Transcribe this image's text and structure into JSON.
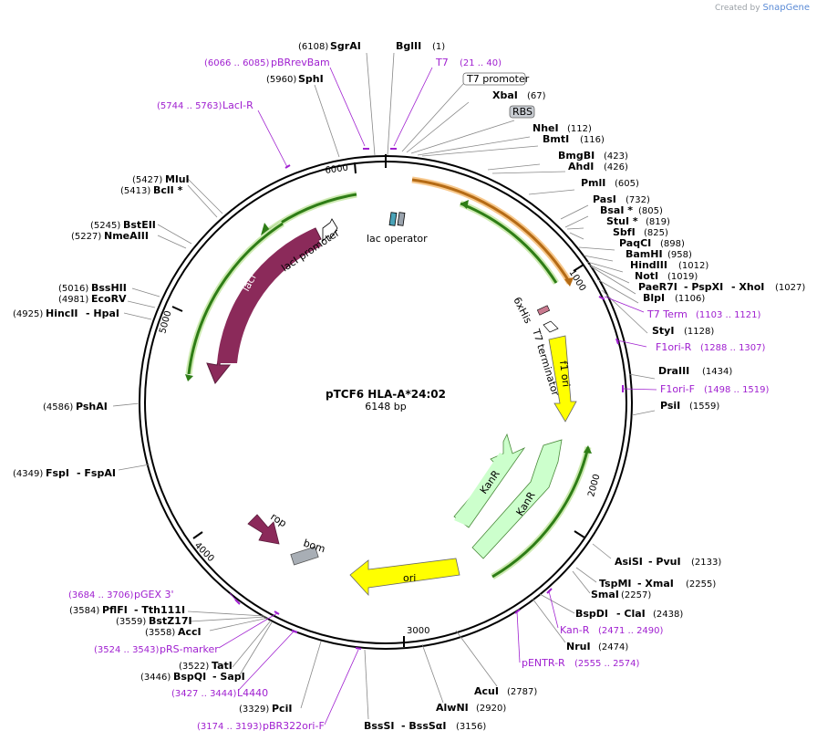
{
  "credit": {
    "prefix": "Created by",
    "brand": "SnapGene"
  },
  "plasmid": {
    "name": "pTCF6 HLA-A*24:02",
    "size": "6148 bp"
  },
  "ticks": [
    "1000",
    "2000",
    "3000",
    "4000",
    "5000",
    "6000"
  ],
  "sites": [
    {
      "name": "SgrAI",
      "pos": "(6108)"
    },
    {
      "name": "BglII",
      "pos": "(1)"
    },
    {
      "name": "SphI",
      "pos": "(5960)"
    },
    {
      "name": "XbaI",
      "pos": "(67)"
    },
    {
      "name": "NheI",
      "pos": "(112)"
    },
    {
      "name": "BmtI",
      "pos": "(116)"
    },
    {
      "name": "BmgBI",
      "pos": "(423)"
    },
    {
      "name": "AhdI",
      "pos": "(426)"
    },
    {
      "name": "PmlI",
      "pos": "(605)"
    },
    {
      "name": "PasI",
      "pos": "(732)"
    },
    {
      "name": "BsaI *",
      "pos": "(805)"
    },
    {
      "name": "StuI *",
      "pos": "(819)"
    },
    {
      "name": "SbfI",
      "pos": "(825)"
    },
    {
      "name": "PaqCI",
      "pos": "(898)"
    },
    {
      "name": "BamHI",
      "pos": "(958)"
    },
    {
      "name": "HindIII",
      "pos": "(1012)"
    },
    {
      "name": "NotI",
      "pos": "(1019)"
    },
    {
      "name": "PaeR7I",
      "alt": "- PspXI",
      "alt2": "- XhoI",
      "pos": "(1027)"
    },
    {
      "name": "BlpI",
      "pos": "(1106)"
    },
    {
      "name": "StyI",
      "pos": "(1128)"
    },
    {
      "name": "DraIII",
      "pos": "(1434)"
    },
    {
      "name": "PsiI",
      "pos": "(1559)"
    },
    {
      "name": "AsiSI",
      "alt": "- PvuI",
      "pos": "(2133)"
    },
    {
      "name": "TspMI",
      "alt": "- XmaI",
      "pos": "(2255)"
    },
    {
      "name": "SmaI",
      "pos": "(2257)"
    },
    {
      "name": "BspDI",
      "alt": "- ClaI",
      "pos": "(2438)"
    },
    {
      "name": "NruI",
      "pos": "(2474)"
    },
    {
      "name": "AcuI",
      "pos": "(2787)"
    },
    {
      "name": "AlwNI",
      "pos": "(2920)"
    },
    {
      "name": "BssSI",
      "alt": "- BssSαI",
      "pos": "(3156)"
    },
    {
      "name": "PciI",
      "pos": "(3329)"
    },
    {
      "name": "BspQI",
      "alt": "- SapI",
      "pos": "(3446)"
    },
    {
      "name": "TatI",
      "pos": "(3522)"
    },
    {
      "name": "AccI",
      "pos": "(3558)"
    },
    {
      "name": "BstZ17I",
      "pos": "(3559)"
    },
    {
      "name": "PflFI",
      "alt": "- Tth111I",
      "pos": "(3584)"
    },
    {
      "name": "FspI",
      "alt": "- FspAI",
      "pos": "(4349)"
    },
    {
      "name": "PshAI",
      "pos": "(4586)"
    },
    {
      "name": "HincII",
      "alt": "- HpaI",
      "pos": "(4925)"
    },
    {
      "name": "EcoRV",
      "pos": "(4981)"
    },
    {
      "name": "BssHII",
      "pos": "(5016)"
    },
    {
      "name": "NmeAIII",
      "pos": "(5227)"
    },
    {
      "name": "BstEII",
      "pos": "(5245)"
    },
    {
      "name": "BclI *",
      "pos": "(5413)"
    },
    {
      "name": "MluI",
      "pos": "(5427)"
    }
  ],
  "primers": [
    {
      "name": "pBRrevBam",
      "range": "(6066 .. 6085)"
    },
    {
      "name": "T7",
      "range": "(21 .. 40)"
    },
    {
      "name": "LacI-R",
      "range": "(5744 .. 5763)"
    },
    {
      "name": "T7 Term",
      "range": "(1103 .. 1121)"
    },
    {
      "name": "F1ori-R",
      "range": "(1288 .. 1307)"
    },
    {
      "name": "F1ori-F",
      "range": "(1498 .. 1519)"
    },
    {
      "name": "Kan-R",
      "range": "(2471 .. 2490)"
    },
    {
      "name": "pENTR-R",
      "range": "(2555 .. 2574)"
    },
    {
      "name": "pGEX 3'",
      "range": "(3684 .. 3706)"
    },
    {
      "name": "pRS-marker",
      "range": "(3524 .. 3543)"
    },
    {
      "name": "L4440",
      "range": "(3427 .. 3444)"
    },
    {
      "name": "pBR322ori-F",
      "range": "(3174 .. 3193)"
    }
  ],
  "boxed": {
    "t7_promoter": "T7 promoter",
    "rbs": "RBS"
  },
  "features": {
    "lac_operator": "lac operator",
    "laci_promoter": "lacI promoter",
    "laci": "lacI",
    "sixhis": "6xHis",
    "t7_terminator": "T7 terminator",
    "f1ori": "f1 ori",
    "kanr1": "KanR",
    "kanr2": "KanR",
    "ori": "ori",
    "rop": "rop",
    "bom": "bom"
  },
  "colors": {
    "primer": "#a020d0",
    "laci": "#8b2a5a",
    "yellow": "#ffff00",
    "kanr": "#ccffcc",
    "cds": "#f6c98e",
    "green_line": "#3a8a1e",
    "bom": "#a8aeb5"
  }
}
